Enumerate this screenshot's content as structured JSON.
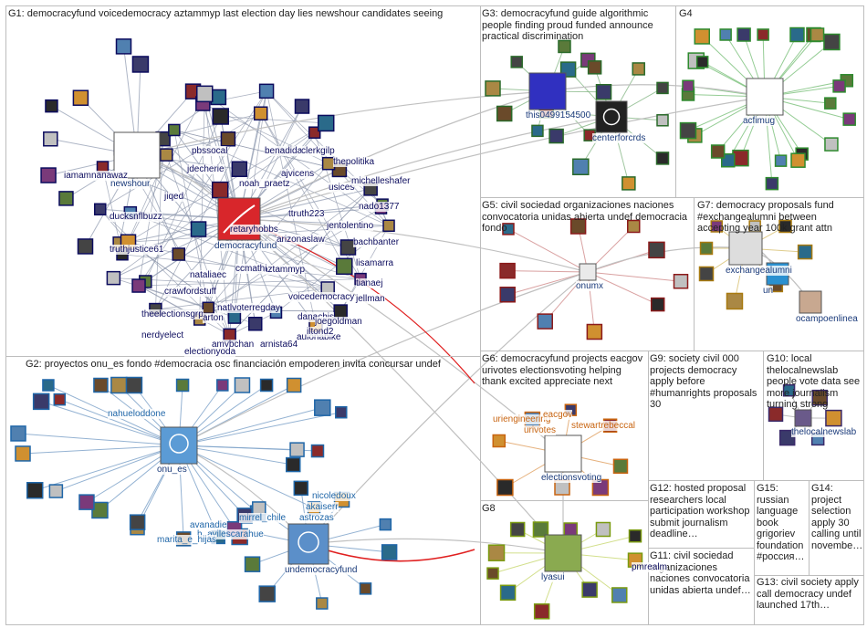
{
  "groups": [
    {
      "id": "G1",
      "label": "G1: democracyfund voicedemocracy aztammyp last election day lies newshour candidates seeing"
    },
    {
      "id": "G2",
      "label": "G2: proyectos onu_es fondo #democracia osc financiación empoderen invita concursar undef"
    },
    {
      "id": "G3",
      "label": "G3: democracyfund guide algorithmic people finding proud funded announce practical discrimination"
    },
    {
      "id": "G4",
      "label": "G4"
    },
    {
      "id": "G5",
      "label": "G5: civil sociedad organizaciones naciones convocatoria unidas abierta undef democracia fondo"
    },
    {
      "id": "G6",
      "label": "G6: democracyfund projects eacgov urivotes electionsvoting helping thank excited appreciate next"
    },
    {
      "id": "G7",
      "label": "G7: democracy proposals fund #exchangealumni between accepting year 100k grant attn"
    },
    {
      "id": "G8",
      "label": "G8"
    },
    {
      "id": "G9",
      "label": "G9: society civil 000 projects democracy apply before #humanrights proposals 30"
    },
    {
      "id": "G10",
      "label": "G10: local thelocalnewslab people vote data see more journalism turning strong"
    },
    {
      "id": "G11",
      "label": "G11: civil sociedad organizaciones naciones convocatoria unidas abierta undef…"
    },
    {
      "id": "G12",
      "label": "G12: hosted proposal researchers local participation workshop submit journalism deadline…"
    },
    {
      "id": "G13",
      "label": "G13: civil society apply call democracy undef launched 17th…"
    },
    {
      "id": "G14",
      "label": "G14: project selection apply 30 calling until novembe…"
    },
    {
      "id": "G15",
      "label": "G15: russian language book grigoriev foundation #россия…"
    }
  ],
  "hub_labels": {
    "newshour": "newshour",
    "democracyfund": "democracyfund",
    "onu_es": "onu_es",
    "undemocracyfund": "undemocracyfund",
    "this": "this0499154500",
    "centerforcrds": "centerforcrds",
    "acfimug": "acfimug",
    "onumx": "onumx",
    "electionsvoting": "electionsvoting",
    "exchangealumni": "exchangealumni",
    "lyasui": "lyasui",
    "thelocalnewslab": "thelocalnewslab",
    "un": "un",
    "ocampoenlinea": "ocampoenlinea"
  },
  "node_labels": [
    "iamamnanawaz",
    "pbssocal",
    "jdecherie",
    "jiqed",
    "ducksnflbuzz",
    "truthjustice61",
    "benadida",
    "clerkgilp",
    "noah_praetz",
    "ajvicens",
    "thepolitika",
    "usices",
    "michelleshafer",
    "nado1377",
    "ttruth223",
    "retaryhobbs",
    "jentolentino",
    "bachbanter",
    "arizonaslaw",
    "aztammyp",
    "ccmathi",
    "nataliaec",
    "lisamarra",
    "tianaej",
    "crawfordstuff",
    "voicedemocracy",
    "jellman",
    "natlvoterregday",
    "theelectionsgrp",
    "arton",
    "danachis",
    "joegoldman",
    "nerdyelect",
    "aulonabike",
    "amybchan",
    "arnista64",
    "electionyoda",
    "iltond2",
    "nahueloddone",
    "avanadie",
    "nicoledoux",
    "akaiserr",
    "mirrel_chile",
    "astrozas",
    "h_avilescarahue",
    "marita_e_hijas",
    "uriengineering",
    "urivotes",
    "eacgov",
    "stewartrebeccal",
    "pmrealm",
    "undemocracyfund"
  ],
  "node_colors": {
    "g1": "#0c0c5e",
    "g2": "#1f66a8",
    "g3": "#2a6a2a",
    "g4": "#2e8a2e",
    "g5": "#8b1a1a",
    "g6": "#c86410",
    "g7": "#a87a10",
    "g8": "#7a9a10",
    "g9": "#7a4a8a",
    "g10": "#3a2a6a"
  },
  "edge_colors": {
    "default": "#b0b0b0",
    "g1": "#9aa4b8",
    "g2": "#7aa0c8",
    "g3": "#88b888",
    "g4": "#7ac07a",
    "g5": "#d08a8a",
    "g6": "#e0a060",
    "g7": "#d8c070",
    "g8": "#c8d870",
    "highlight": "#e02020"
  }
}
